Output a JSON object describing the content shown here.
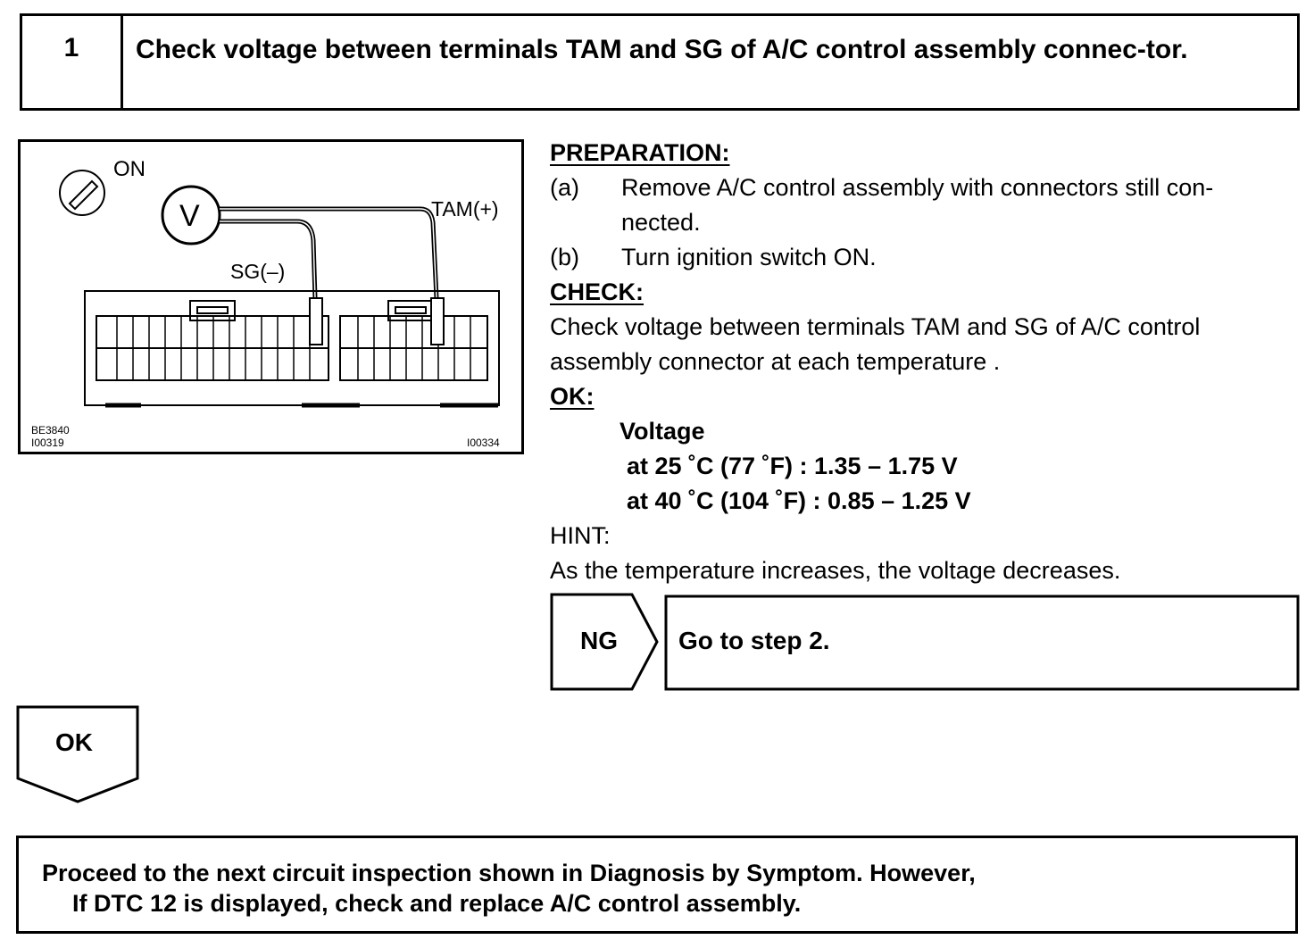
{
  "step": {
    "number": "1",
    "title": "Check voltage between terminals TAM and SG of A/C control assembly connec-tor."
  },
  "figure": {
    "switch_label": "ON",
    "meter_label": "V",
    "tam_label": "TAM(+)",
    "sg_label": "SG(–)",
    "code_left_1": "BE3840",
    "code_left_2": "I00319",
    "code_right": "I00334"
  },
  "preparation": {
    "heading": "PREPARATION:",
    "items": [
      {
        "label": "(a)",
        "line1": "Remove A/C control assembly with connectors still con-",
        "line2": "nected."
      },
      {
        "label": "(b)",
        "line1": "Turn ignition switch ON."
      }
    ]
  },
  "check": {
    "heading": "CHECK:",
    "line1": "Check voltage between terminals TAM and SG of A/C control",
    "line2": "assembly connector at each temperature ."
  },
  "ok_spec": {
    "heading": "OK:",
    "title": "Voltage",
    "row1": "at 25 ˚C (77 ˚F) : 1.35 – 1.75 V",
    "row2": "at 40 ˚C (104 ˚F) : 0.85 – 1.25 V"
  },
  "hint": {
    "heading": "HINT:",
    "text": "As the temperature increases, the voltage decreases."
  },
  "ng": {
    "label": "NG",
    "action": "Go to step 2."
  },
  "ok_flow": {
    "label": "OK"
  },
  "final": {
    "line1": "Proceed to the next circuit inspection shown in Diagnosis by Symptom.  However,",
    "line2": "If DTC  12 is displayed, check and replace A/C control assembly."
  }
}
